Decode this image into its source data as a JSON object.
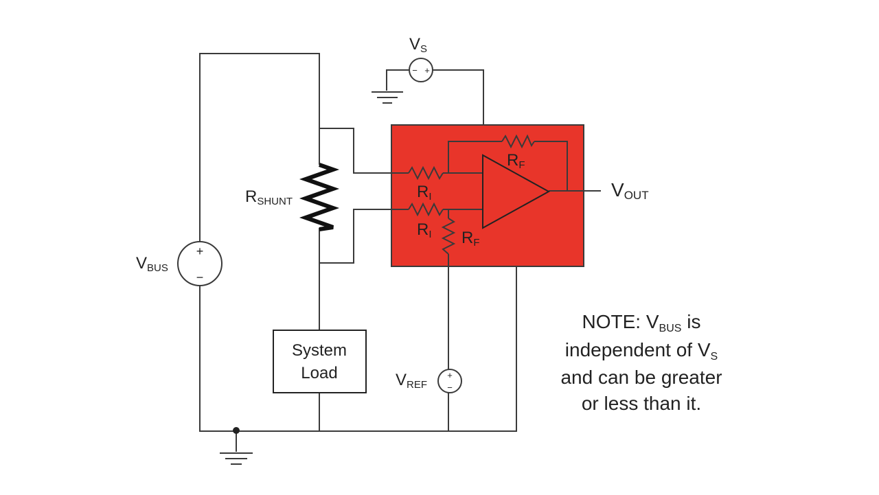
{
  "colors": {
    "device_fill": "#e8352a",
    "wire": "#3a3a3a",
    "text": "#222222"
  },
  "labels": {
    "vs": {
      "main": "V",
      "sub": "S"
    },
    "vbus": {
      "main": "V",
      "sub": "BUS"
    },
    "rshunt": {
      "main": "R",
      "sub": "SHUNT"
    },
    "rf_top": {
      "main": "R",
      "sub": "F"
    },
    "ri_top": {
      "main": "R",
      "sub": "I"
    },
    "ri_bottom": {
      "main": "R",
      "sub": "I"
    },
    "rf_bottom": {
      "main": "R",
      "sub": "F"
    },
    "vout": {
      "main": "V",
      "sub": "OUT"
    },
    "vref": {
      "main": "V",
      "sub": "REF"
    }
  },
  "system_load": {
    "line1": "System",
    "line2": "Load"
  },
  "note": {
    "line1_prefix": "NOTE: V",
    "line1_sub": "BUS",
    "line1_suffix": " is",
    "line2_prefix": "independent of V",
    "line2_sub": "S",
    "line3": "and can be greater",
    "line4": "or less than it."
  },
  "source_signs": {
    "plus": "+",
    "minus": "−"
  }
}
